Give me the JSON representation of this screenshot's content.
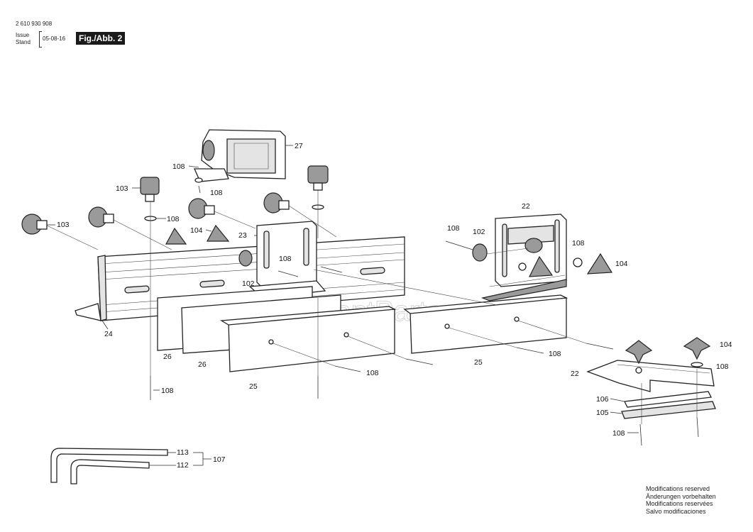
{
  "header": {
    "doc_number": "2 610 930 908",
    "issue_label": "Issue",
    "stand_label": "Stand",
    "issue_date": "05-08-16",
    "figure": "Fig./Abb. 2"
  },
  "watermark": "eReplacementParts.com",
  "notes": [
    "Modifications reserved",
    "Änderungen vorbehalten",
    "Modifications reservées",
    "Salvo modificaciones"
  ],
  "callouts": {
    "c27": "27",
    "c108_a": "108",
    "c108_b": "108",
    "c103_a": "103",
    "c108_c": "108",
    "c103_b": "103",
    "c104_a": "104",
    "c23": "23",
    "c108_d": "108",
    "c102_a": "102",
    "c24": "24",
    "c26_a": "26",
    "c26_b": "26",
    "c25_a": "25",
    "c108_e": "108",
    "c108_f": "108",
    "c22_a": "22",
    "c108_g": "108",
    "c102_b": "102",
    "c108_h": "108",
    "c104_b": "104",
    "c25_b": "25",
    "c108_i": "108",
    "c104_c": "104",
    "c108_j": "108",
    "c22_b": "22",
    "c106": "106",
    "c105": "105",
    "c108_k": "108",
    "c113": "113",
    "c112": "112",
    "c107": "107"
  }
}
